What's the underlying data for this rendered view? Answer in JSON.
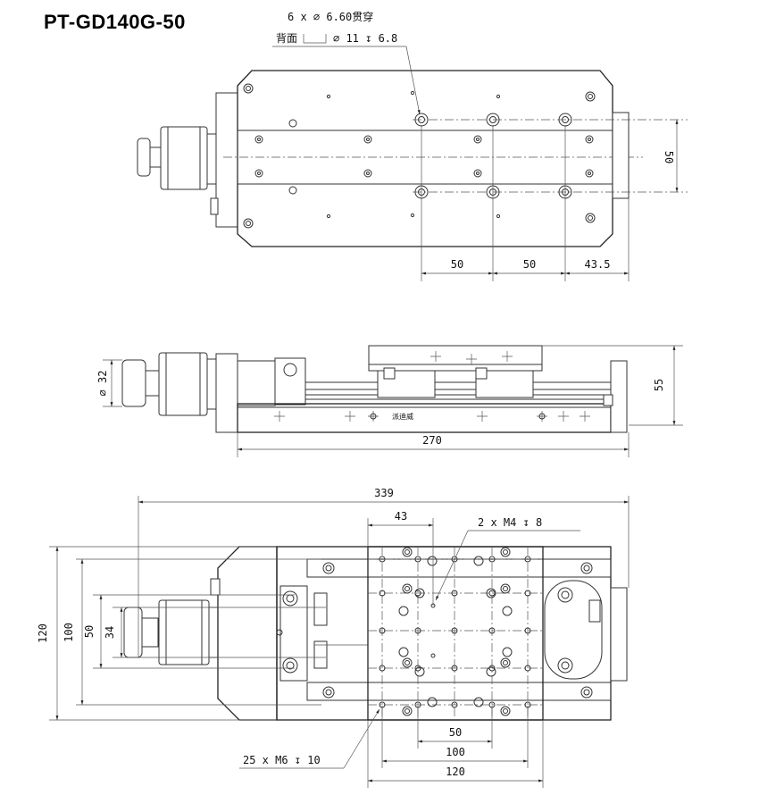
{
  "title": "PT-GD140G-50",
  "top_view": {
    "hole_callout_line1": "6 x ⌀ 6.60贯穿",
    "hole_callout_line2_prefix": "背面",
    "hole_callout_line2_suffix": "⌀ 11 ↧ 6.8",
    "dim_spacing_1": "50",
    "dim_spacing_2": "50",
    "dim_edge": "43.5",
    "dim_height": "50"
  },
  "side_view": {
    "dim_diameter": "⌀ 32",
    "dim_height": "55",
    "dim_length": "270",
    "brand_text": "派迪威"
  },
  "bottom_view": {
    "dim_overall_length": "339",
    "dim_offset": "43",
    "thread_callout_top": "2 x M4 ↧ 8",
    "thread_callout_bottom": "25 x M6 ↧ 10",
    "dim_left_120": "120",
    "dim_left_100": "100",
    "dim_left_50": "50",
    "dim_left_34": "34",
    "dim_bottom_50": "50",
    "dim_bottom_100": "100",
    "dim_bottom_120": "120"
  }
}
